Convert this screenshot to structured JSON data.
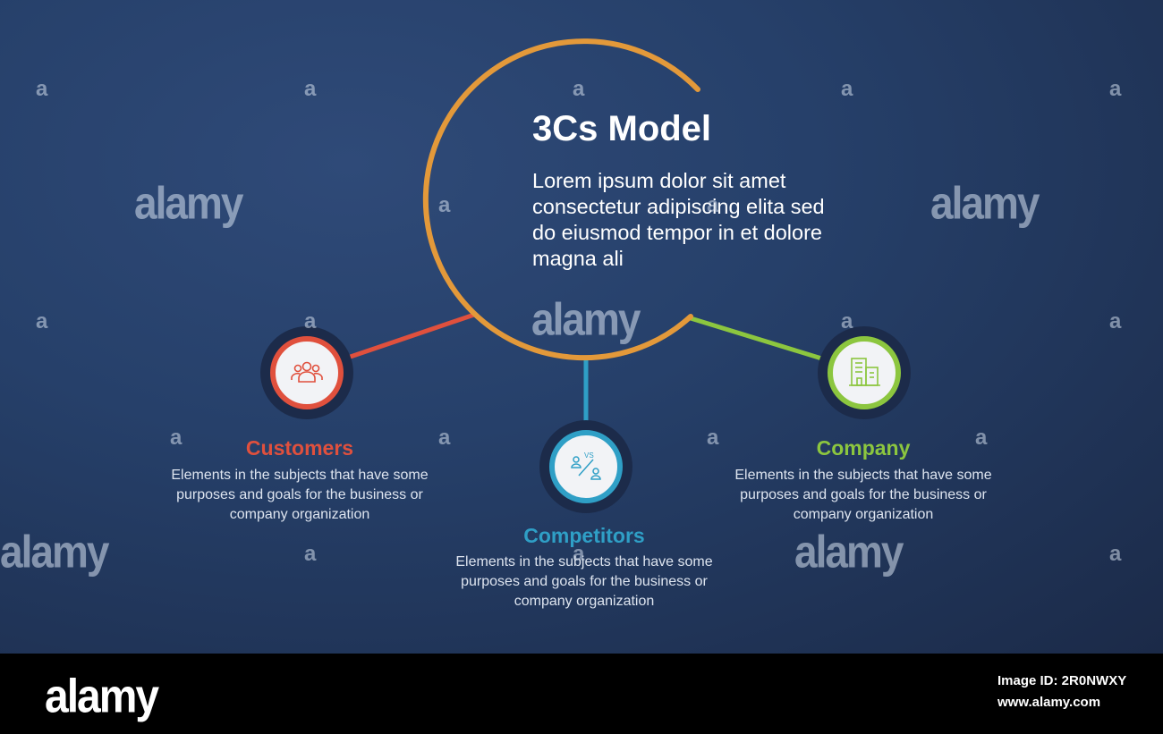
{
  "header": {
    "title": "3Cs Model",
    "description": "Lorem ipsum dolor sit amet consectetur adipiscing elita sed do eiusmod tempor in et dolore magna ali"
  },
  "nodes": [
    {
      "label": "Customers",
      "color": "#e0503d",
      "icon": "people-group-icon",
      "body": "Elements in the subjects that have some purposes and goals for the business or company organization"
    },
    {
      "label": "Competitors",
      "color": "#2f9fc6",
      "icon": "versus-people-icon",
      "body": "Elements in the subjects that have some purposes and goals for the business or company organization"
    },
    {
      "label": "Company",
      "color": "#8cc63f",
      "icon": "office-building-icon",
      "body": "Elements in the subjects that have some purposes and goals for the business or company organization"
    }
  ],
  "arc_color": "#e3993a",
  "watermark": {
    "small_mark": "a",
    "brand": "alamy"
  },
  "footer": {
    "logo": "alamy",
    "image_id": "Image ID: 2R0NWXY",
    "url": "www.alamy.com"
  }
}
